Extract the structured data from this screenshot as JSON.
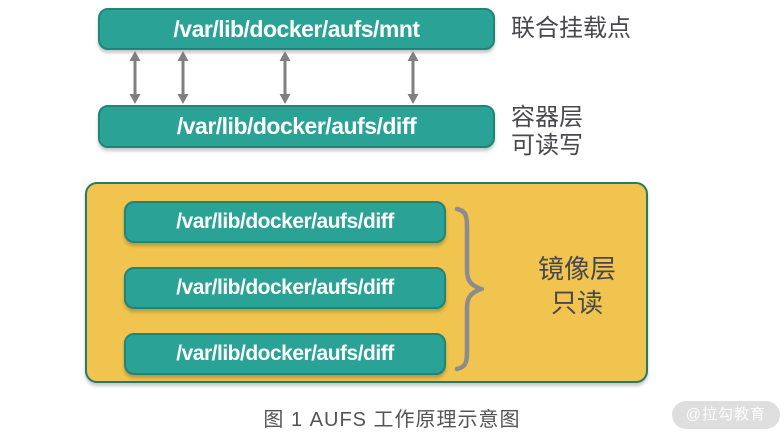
{
  "diagram": {
    "mount": {
      "path": "/var/lib/docker/aufs/mnt",
      "label": "联合挂载点"
    },
    "container_layer": {
      "path": "/var/lib/docker/aufs/diff",
      "label_line1": "容器层",
      "label_line2": "可读写"
    },
    "image_layers": {
      "boxes": [
        "/var/lib/docker/aufs/diff",
        "/var/lib/docker/aufs/diff",
        "/var/lib/docker/aufs/diff"
      ],
      "label_line1": "镜像层",
      "label_line2": "只读"
    },
    "caption": "图 1 AUFS 工作原理示意图",
    "watermark": "@拉勾教育",
    "colors": {
      "teal_fill": "#2aa396",
      "teal_border": "#1e8579",
      "yellow_fill": "#f0c44f",
      "yellow_border": "#26796b",
      "arrow_gray": "#808080",
      "brace_gray": "#8c8c8c",
      "label_text": "#48484e",
      "box_text": "#ffffff"
    }
  }
}
